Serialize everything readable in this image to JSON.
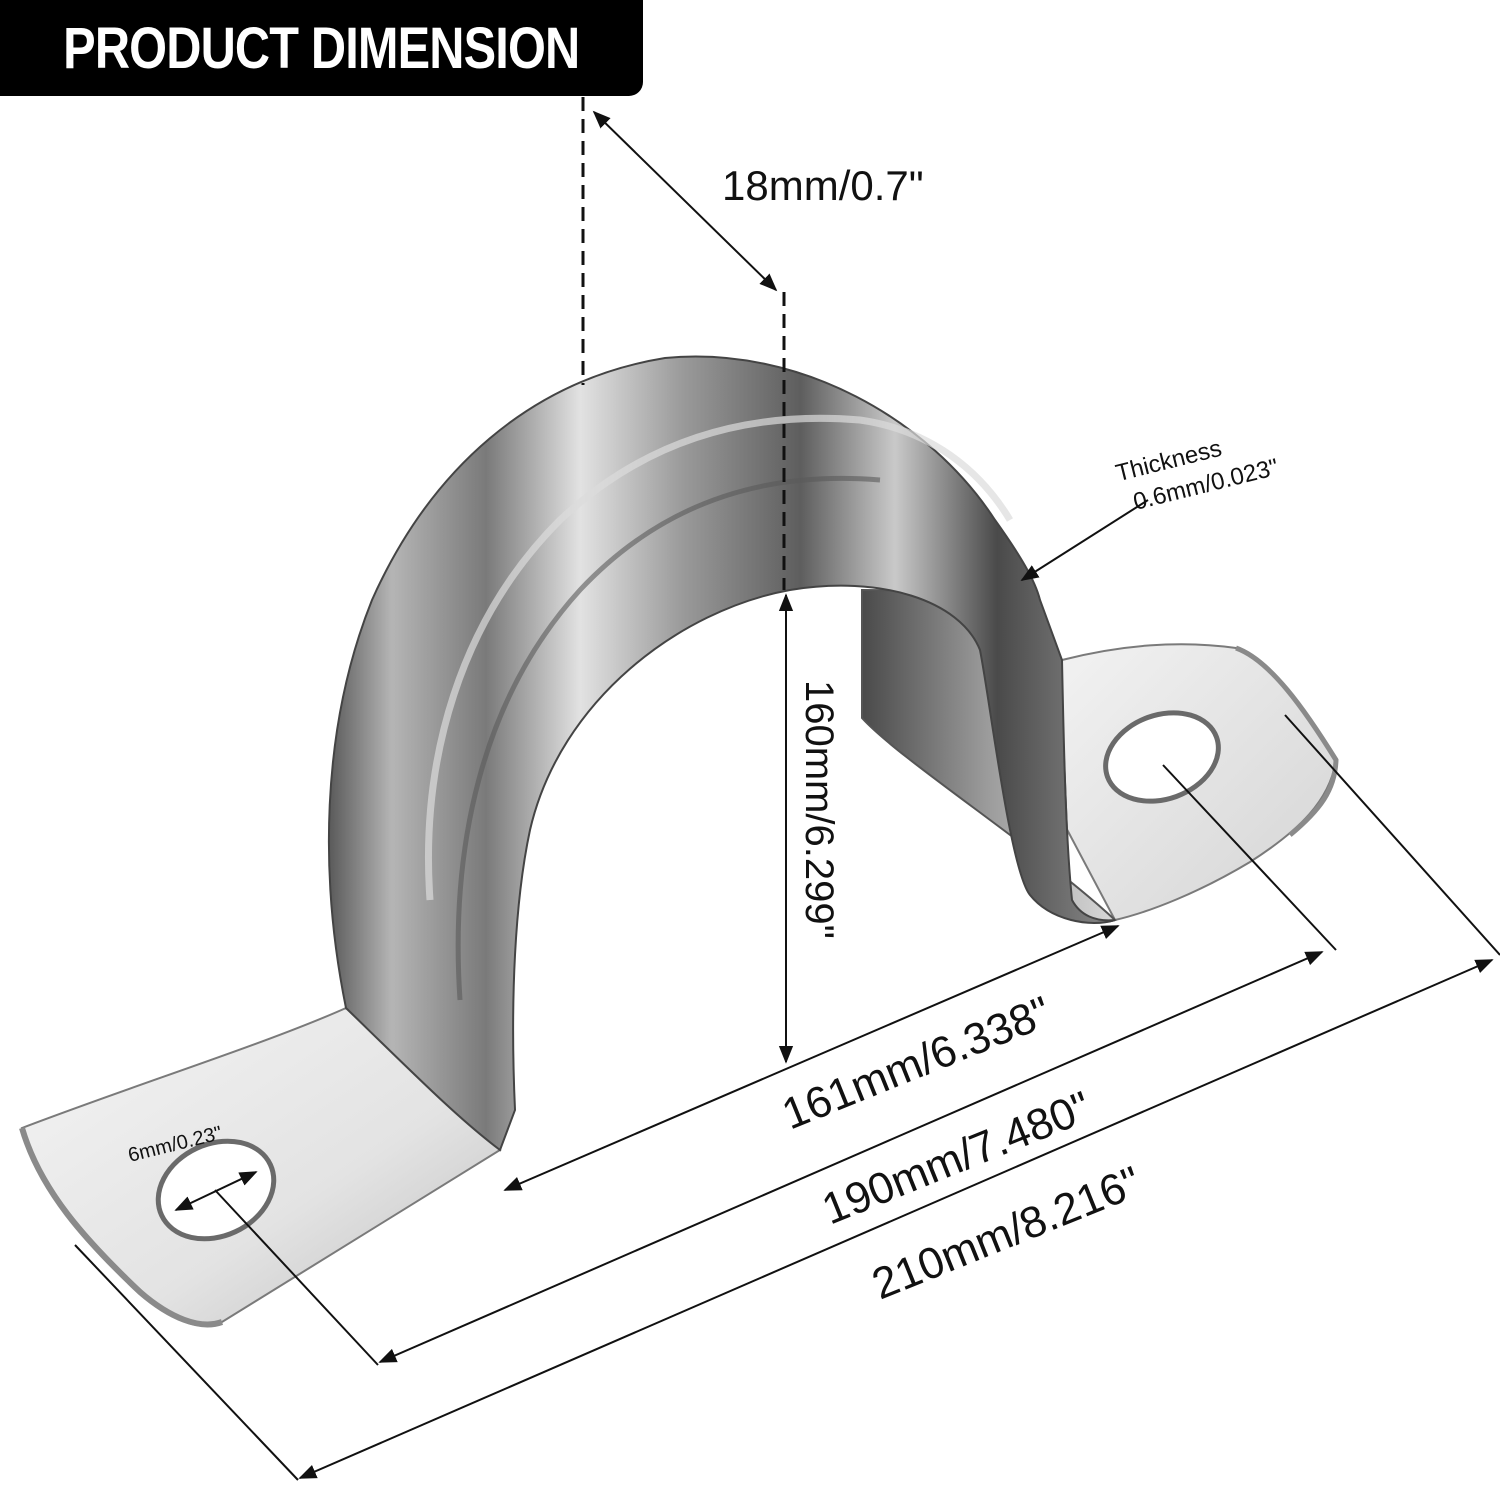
{
  "header": {
    "title": "PRODUCT DIMENSION"
  },
  "dimensions": {
    "width": "18mm/0.7\"",
    "thickness_label": "Thickness",
    "thickness_value": "0.6mm/0.023\"",
    "height": "160mm/6.299\"",
    "inner_span": "161mm/6.338\"",
    "hole_spacing": "190mm/7.480\"",
    "overall_length": "210mm/8.216\"",
    "hole_diameter": "6mm/0.23\""
  },
  "colors": {
    "background": "#ffffff",
    "banner": "#000000",
    "banner_text": "#ffffff",
    "line": "#111111",
    "metal_dark": "#3a3a3a",
    "metal_mid": "#9a9a9a",
    "metal_light": "#eeeeee"
  }
}
